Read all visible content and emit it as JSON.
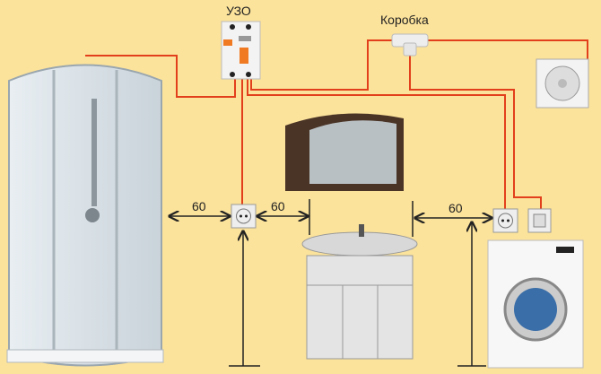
{
  "labels": {
    "rcd": "УЗО",
    "junction_box": "Коробка"
  },
  "dimensions": {
    "shower_to_socket": "60",
    "socket_to_sink": "60",
    "sink_to_socket": "60"
  },
  "colors": {
    "background": "#fce39b",
    "wire": "#e2401c",
    "dimension": "#222222"
  }
}
